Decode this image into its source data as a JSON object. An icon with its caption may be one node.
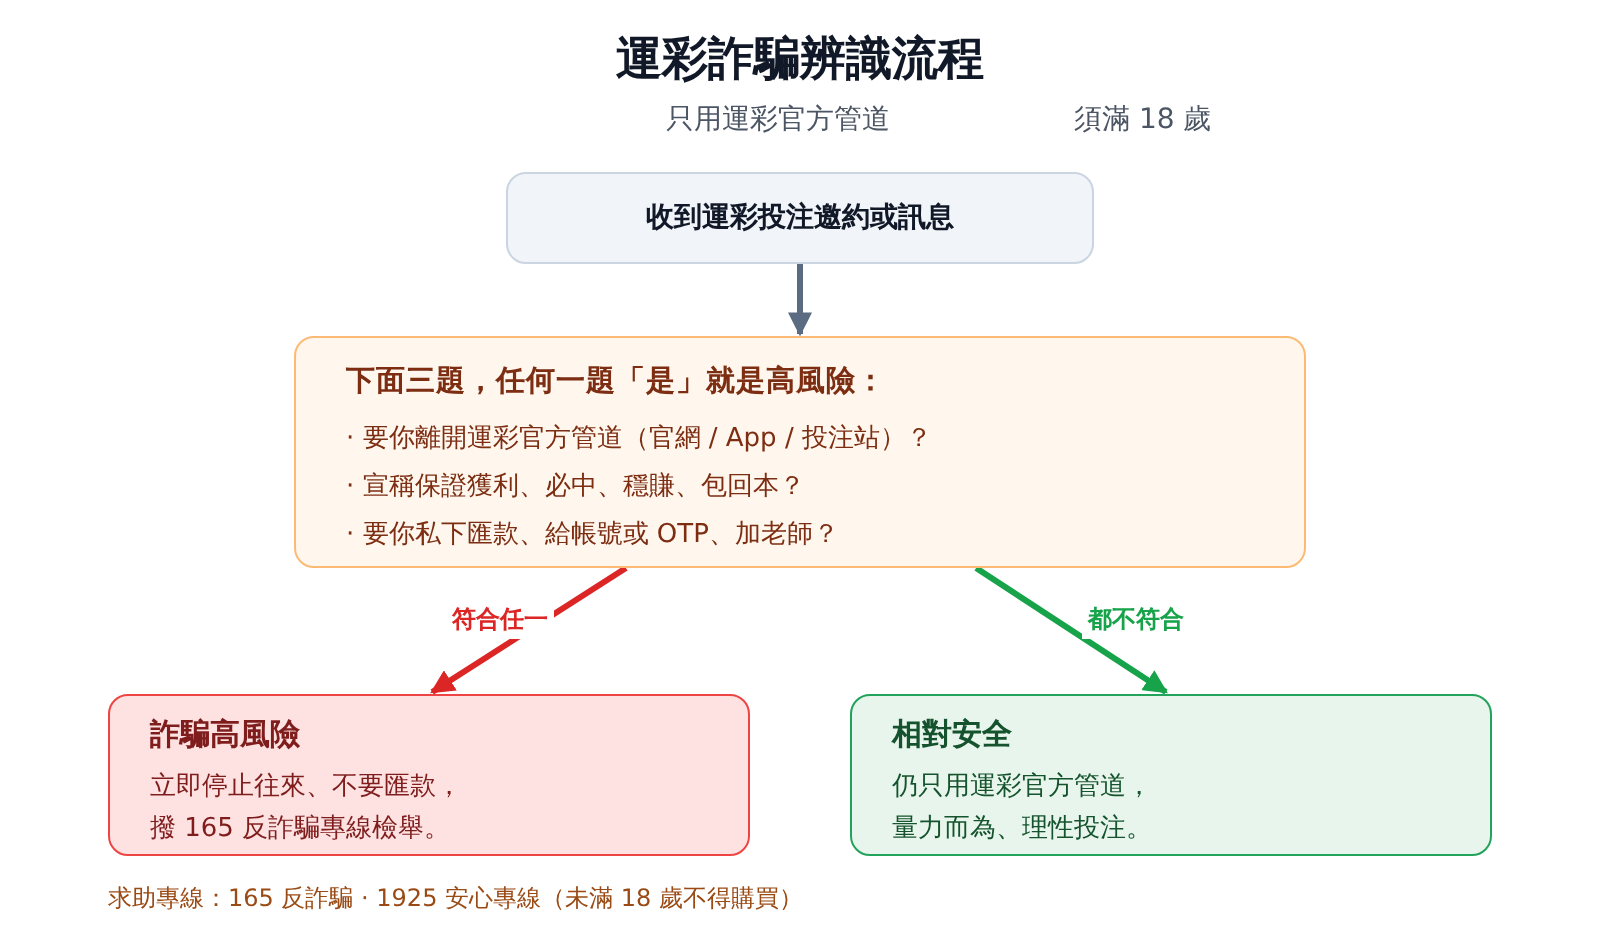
{
  "diagram": {
    "title": "運彩詐騙辨識流程",
    "nodes": [
      {
        "text": [
          "收到運彩投注邀約或訊息"
        ]
      },
      {
        "text": [
          "下面三題，任何一題「是」就是高風險：",
          "· 要你離開運彩官方管道（官網 / App / 投注站）？",
          "· 宣稱保證獲利、必中、穩賺、包回本？",
          "· 要你私下匯款、給帳號或 OTP、加老師？"
        ]
      },
      {
        "text": [
          "詐騙高風險",
          "立即停止往來、不要匯款，撥 165 反詐騙專線檢舉。"
        ]
      },
      {
        "text": [
          "相對安全",
          "仍只用運彩官方管道，量力而為、理性投注。"
        ]
      }
    ],
    "edges": [
      {
        "from": 0,
        "to": 1,
        "arrow": "to",
        "color": "#5a6b82"
      },
      {
        "from": 1,
        "to": 2,
        "arrow": "to",
        "label": "符合任一",
        "color": "#dc2626"
      },
      {
        "from": 1,
        "to": 3,
        "arrow": "to",
        "label": "都不符合",
        "color": "#16a34a"
      }
    ],
    "labels": [
      "只用運彩官方管道",
      "須滿 18 歲",
      "求助專線：165 反詐騙 · 1925 安心專線（未滿 18 歲不得購買）"
    ]
  }
}
